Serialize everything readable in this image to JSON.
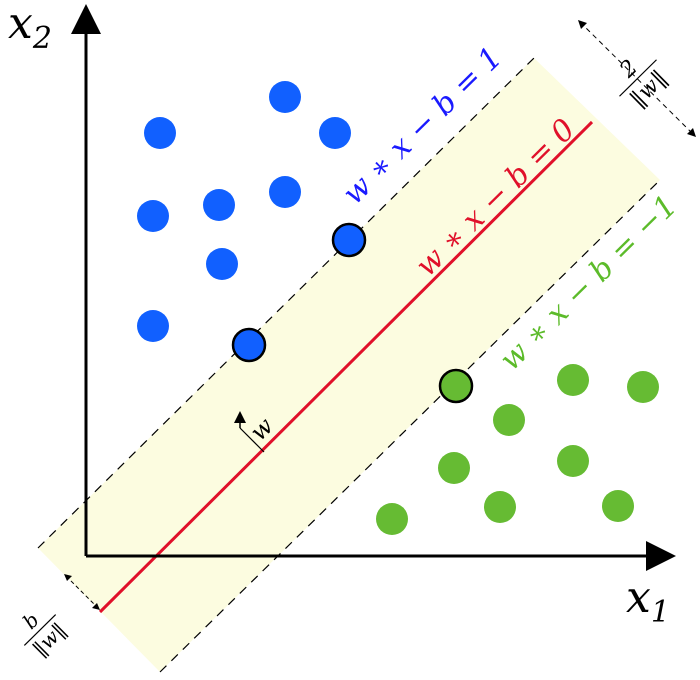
{
  "axes": {
    "x_label": "x",
    "x_sub": "1",
    "y_label": "x",
    "y_sub": "2"
  },
  "lines": {
    "upper": {
      "text": "w ∗ x − b = 1",
      "color": "#1a1aff"
    },
    "middle": {
      "text": "w ∗ x − b = 0",
      "color": "#e0102a"
    },
    "lower": {
      "text": "w ∗ x − b = −1",
      "color": "#5cbb2a"
    }
  },
  "margin_label": {
    "numerator": "2",
    "denominator": "‖w‖"
  },
  "offset_label": {
    "numerator": "b",
    "denominator": "‖w‖"
  },
  "normal_label": "w",
  "colors": {
    "band": "#fcfce0",
    "blue_points": "#1160ff",
    "green_points": "#66bb33",
    "axis": "#000000"
  },
  "points": {
    "blue_count": 10,
    "green_count": 9,
    "blue_support_vectors": 2,
    "green_support_vectors": 1
  }
}
